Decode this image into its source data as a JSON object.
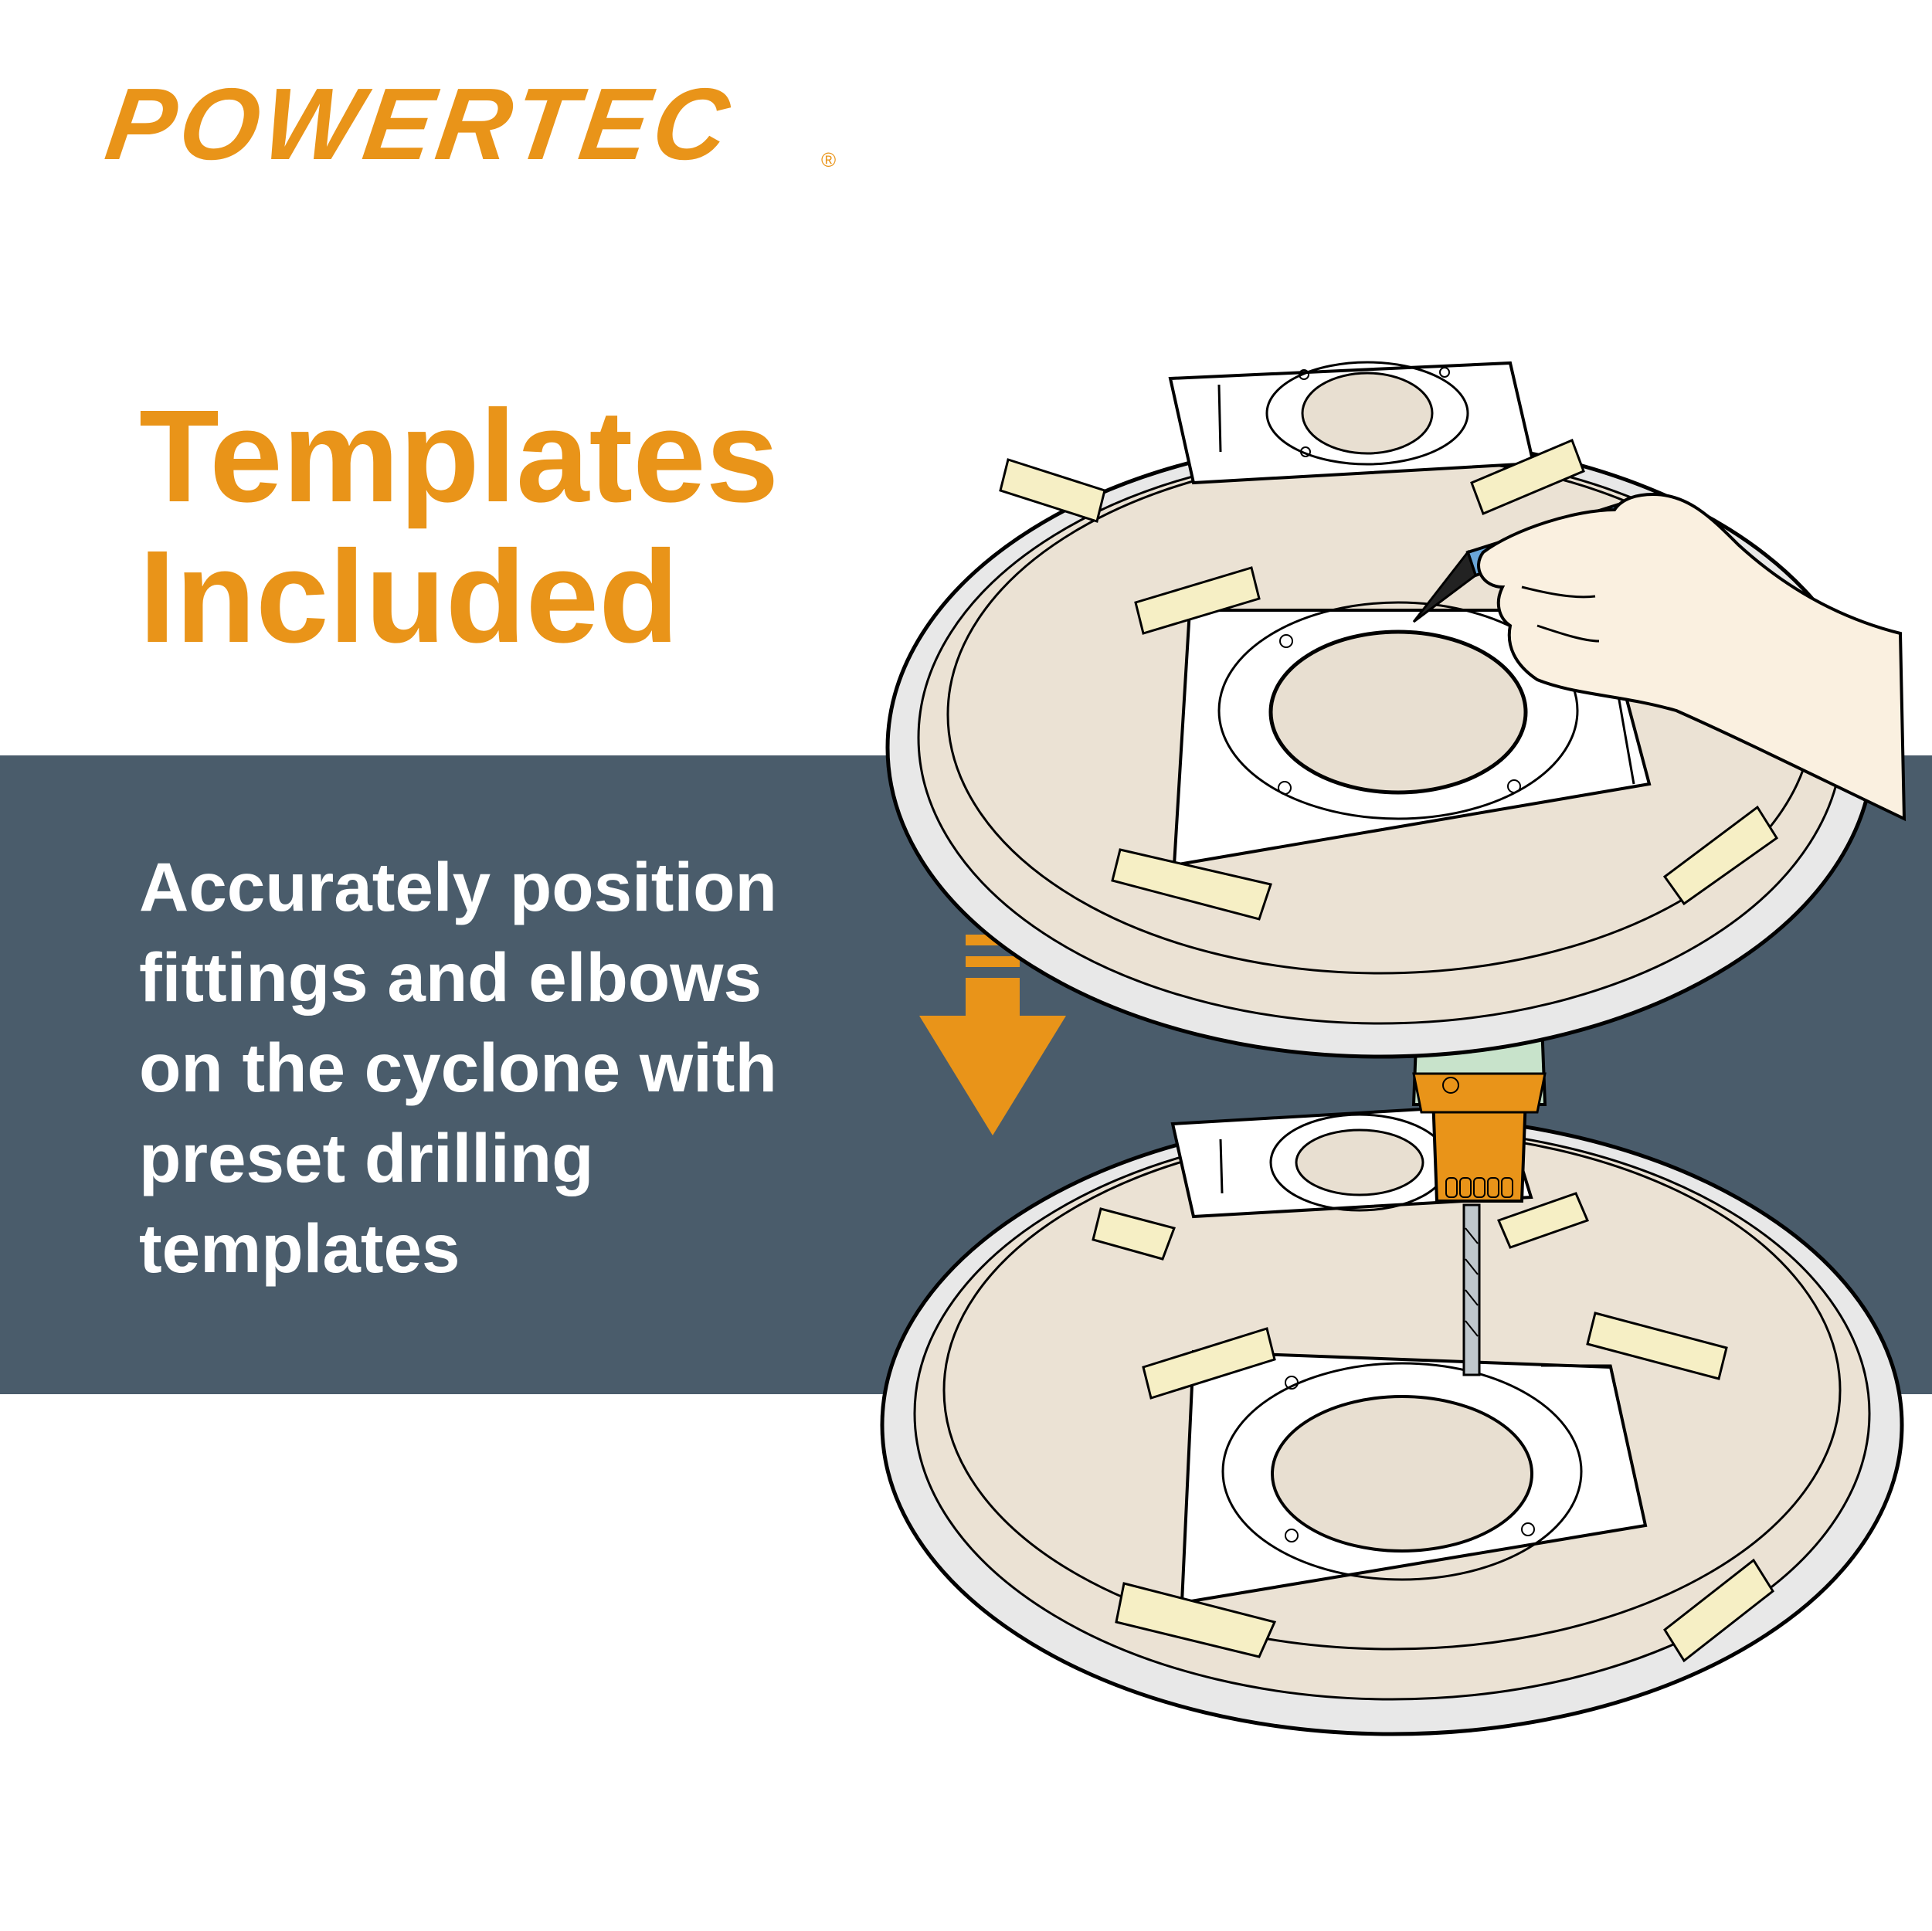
{
  "brand": {
    "name": "POWERTEC",
    "registered_mark": "®",
    "color": "#e99419"
  },
  "headline": {
    "line1": "Templates",
    "line2": "Included",
    "color": "#e99419"
  },
  "description": {
    "lines": [
      "Accurately position",
      "fittings and elbows",
      "on the cyclone with",
      "preset drilling",
      "templates"
    ],
    "color": "#ffffff"
  },
  "band_color": "#4a5c6b",
  "icons": [
    "down-arrow-icon",
    "hand-with-marker-icon",
    "power-drill-icon"
  ]
}
